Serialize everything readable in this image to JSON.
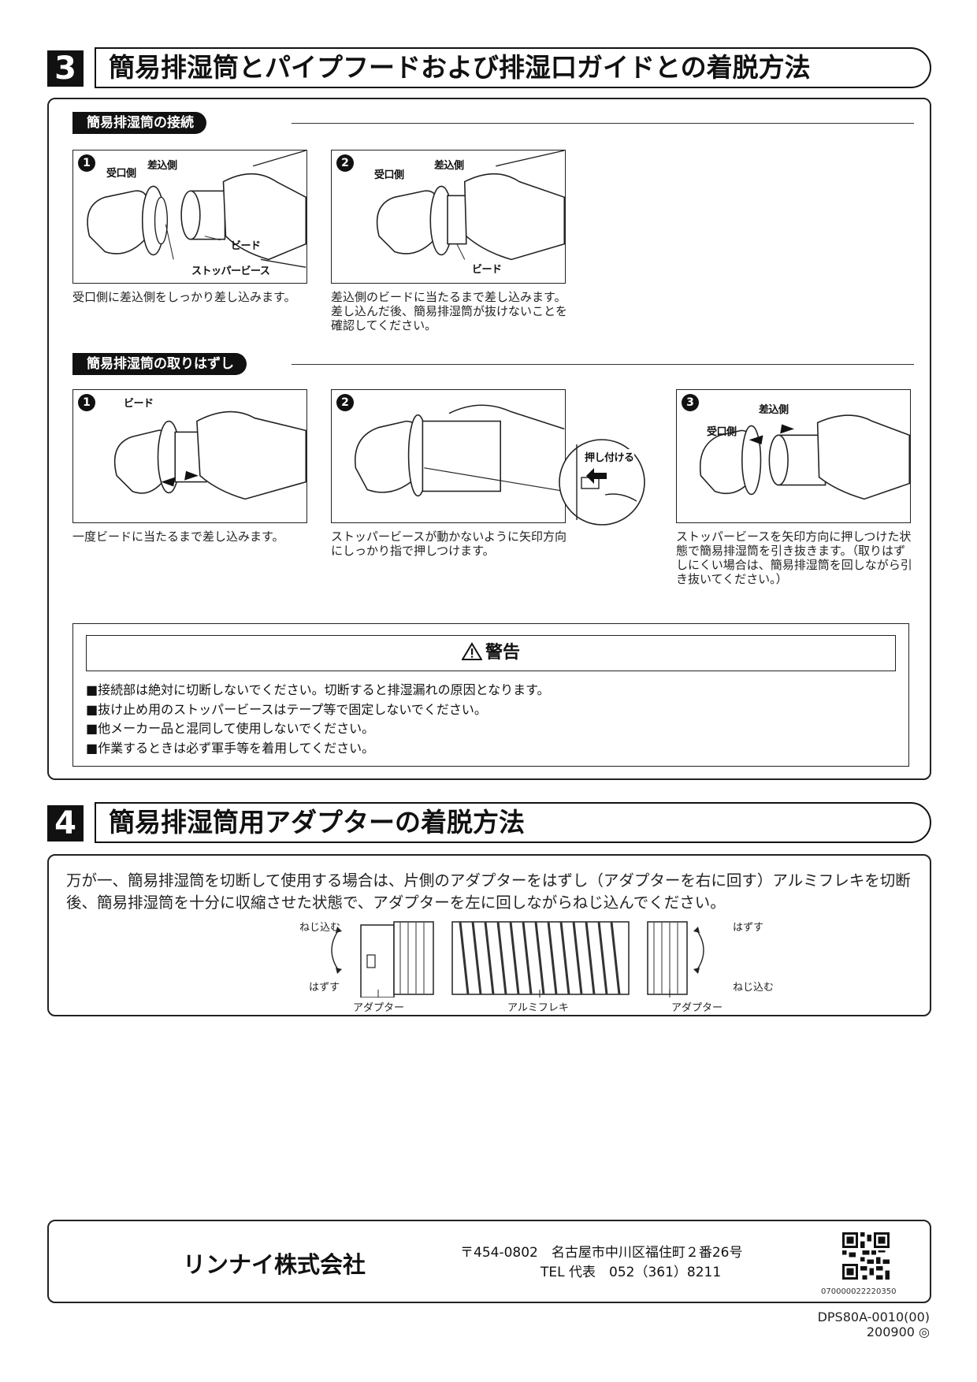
{
  "section3": {
    "number": "3",
    "title": "簡易排湿筒とパイプフードおよび排湿口ガイドとの着脱方法",
    "connect": {
      "heading": "簡易排湿筒の接続",
      "steps": [
        {
          "num": "1",
          "labels": {
            "receive": "受口側",
            "insert": "差込側",
            "bead": "ビード",
            "stopper": "ストッパービース"
          },
          "caption": "受口側に差込側をしっかり差し込みます。"
        },
        {
          "num": "2",
          "labels": {
            "receive": "受口側",
            "insert": "差込側",
            "bead": "ビード"
          },
          "caption": "差込側のビードに当たるまで差し込みます。差し込んだ後、簡易排湿筒が抜けないことを確認してください。"
        }
      ]
    },
    "remove": {
      "heading": "簡易排湿筒の取りはずし",
      "steps": [
        {
          "num": "1",
          "labels": {
            "bead": "ビード"
          },
          "caption": "一度ビードに当たるまで差し込みます。"
        },
        {
          "num": "2",
          "labels": {
            "press": "押し付ける"
          },
          "caption": "ストッパービースが動かないように矢印方向にしっかり指で押しつけます。"
        },
        {
          "num": "3",
          "labels": {
            "insert": "差込側",
            "receive": "受口側"
          },
          "caption": "ストッパービースを矢印方向に押しつけた状態で簡易排湿筒を引き抜きます。（取りはずしにくい場合は、簡易排湿筒を回しながら引き抜いてください。）"
        }
      ]
    },
    "warning": {
      "title": "警告",
      "items": [
        "■接続部は絶対に切断しないでください。切断すると排湿漏れの原因となります。",
        "■抜け止め用のストッパービースはテープ等で固定しないでください。",
        "■他メーカー品と混同して使用しないでください。",
        "■作業するときは必ず軍手等を着用してください。"
      ]
    }
  },
  "section4": {
    "number": "4",
    "title": "簡易排湿筒用アダプターの着脱方法",
    "text": "万が一、簡易排湿筒を切断して使用する場合は、片側のアダプターをはずし（アダプターを右に回す）アルミフレキを切断後、簡易排湿筒を十分に収縮させた状態で、アダプターを左に回しながらねじ込んでください。",
    "diagram": {
      "left_top": "ねじ込む",
      "left_bottom": "はずす",
      "adapter_left": "アダプター",
      "flex": "アルミフレキ",
      "adapter_right": "アダプター",
      "right_top": "はずす",
      "right_bottom": "ねじ込む"
    }
  },
  "footer": {
    "company": "リンナイ株式会社",
    "address": "〒454-0802　名古屋市中川区福住町２番26号",
    "tel": "TEL 代表　052（361）8211",
    "qr_number": "070000022220350",
    "doc_no": "DPS80A-0010(00)",
    "date_code": "200900 ◎"
  }
}
